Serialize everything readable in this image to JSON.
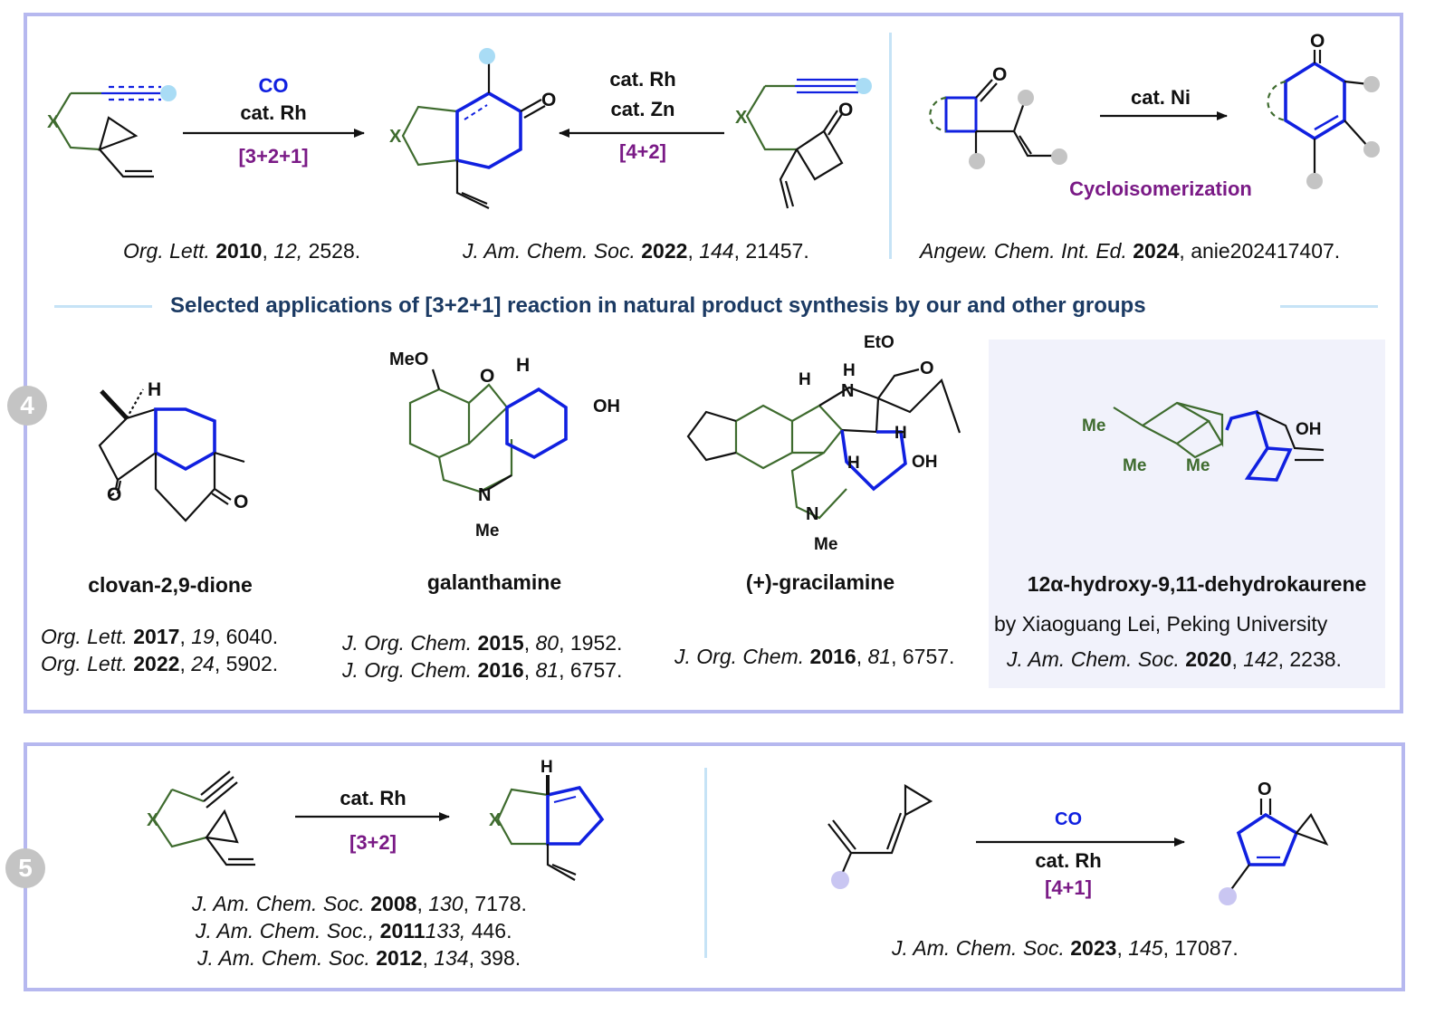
{
  "panel1": {
    "scheme1": {
      "arrow_top": "CO",
      "arrow_mid": "cat. Rh",
      "arrow_bottom": "[3+2+1]",
      "sm_label": "X",
      "product_label": "X",
      "product_o": "O",
      "ref": {
        "journal": "Org. Lett.",
        "year": "2010",
        "volume": "12,",
        "pages": "2528."
      }
    },
    "scheme2": {
      "arrow_top": "cat. Rh",
      "arrow_mid": "cat. Zn",
      "arrow_bottom": "[4+2]",
      "sm_label": "X",
      "sm_o": "O",
      "ref": {
        "journal": "J. Am. Chem. Soc.",
        "year": "2022",
        "volume": "144",
        "pages": "21457."
      }
    },
    "scheme3": {
      "arrow_top": "cat. Ni",
      "arrow_bottom": "Cycloisomerization",
      "sm_o": "O",
      "product_o": "O",
      "ref": {
        "journal": "Angew. Chem. Int. Ed.",
        "year": "2024",
        "pages": "anie202417407."
      }
    },
    "section_title": "Selected applications of [3+2+1] reaction in natural product synthesis by our and other groups",
    "badge": "4",
    "natural_products": [
      {
        "name": "clovan-2,9-dione",
        "labels": {
          "h": "H",
          "o1": "O",
          "o2": "O"
        },
        "refs": [
          {
            "journal": "Org. Lett.",
            "year": "2017",
            "volume": "19",
            "pages": "6040."
          },
          {
            "journal": "Org. Lett.",
            "year": "2022",
            "volume": "24",
            "pages": "5902."
          }
        ]
      },
      {
        "name": "galanthamine",
        "labels": {
          "meo": "MeO",
          "o": "O",
          "h": "H",
          "oh": "OH",
          "n": "N",
          "me": "Me"
        },
        "refs": [
          {
            "journal": "J. Org. Chem.",
            "year": "2015",
            "volume": "80",
            "pages": "1952."
          },
          {
            "journal": "J. Org. Chem.",
            "year": "2016",
            "volume": "81",
            "pages": "6757."
          }
        ]
      },
      {
        "name": "(+)-gracilamine",
        "labels": {
          "eto": "EtO",
          "o": "O",
          "h1": "H",
          "nh_h": "H",
          "n1": "N",
          "h2": "H",
          "h3": "H",
          "oh": "OH",
          "n2": "N",
          "me": "Me"
        },
        "refs": [
          {
            "journal": "J. Org. Chem.",
            "year": "2016",
            "volume": "81",
            "pages": "6757."
          }
        ]
      },
      {
        "name": "12α-hydroxy-9,11-dehydrokaurene",
        "author": "by Xiaoguang Lei,  Peking University",
        "labels": {
          "me1": "Me",
          "me2": "Me",
          "me3": "Me",
          "oh": "OH"
        },
        "refs": [
          {
            "journal": "J. Am. Chem. Soc.",
            "year": "2020",
            "volume": "142",
            "pages": "2238."
          }
        ]
      }
    ]
  },
  "panel2": {
    "badge": "5",
    "scheme1": {
      "arrow_top": "cat. Rh",
      "arrow_bottom": "[3+2]",
      "sm_label": "X",
      "product_label": "X",
      "product_h": "H",
      "refs": [
        {
          "journal": "J. Am. Chem. Soc.",
          "year": "2008",
          "volume": "130",
          "pages": "7178."
        },
        {
          "journal": "J. Am. Chem. Soc.,",
          "year": "2011",
          "volume": "133,",
          "pages": "446."
        },
        {
          "journal": "J. Am. Chem. Soc.",
          "year": "2012",
          "volume": "134",
          "pages": "398."
        }
      ]
    },
    "scheme2": {
      "arrow_top": "CO",
      "arrow_mid": "cat. Rh",
      "arrow_bottom": "[4+1]",
      "product_o": "O",
      "ref": {
        "journal": "J. Am. Chem. Soc.",
        "year": "2023",
        "volume": "145",
        "pages": "17087."
      }
    }
  },
  "colors": {
    "panel_border": "#b6b8ef",
    "separator": "#c6e3f6",
    "bond_green": "#3e6b2e",
    "bond_blue": "#1020e0",
    "accent_purple": "#7a1a86",
    "title_navy": "#1b3a63",
    "dot_lightblue": "#a9dcf5",
    "dot_gray": "#c4c4c4",
    "dot_lavender": "#c9c6f2"
  }
}
